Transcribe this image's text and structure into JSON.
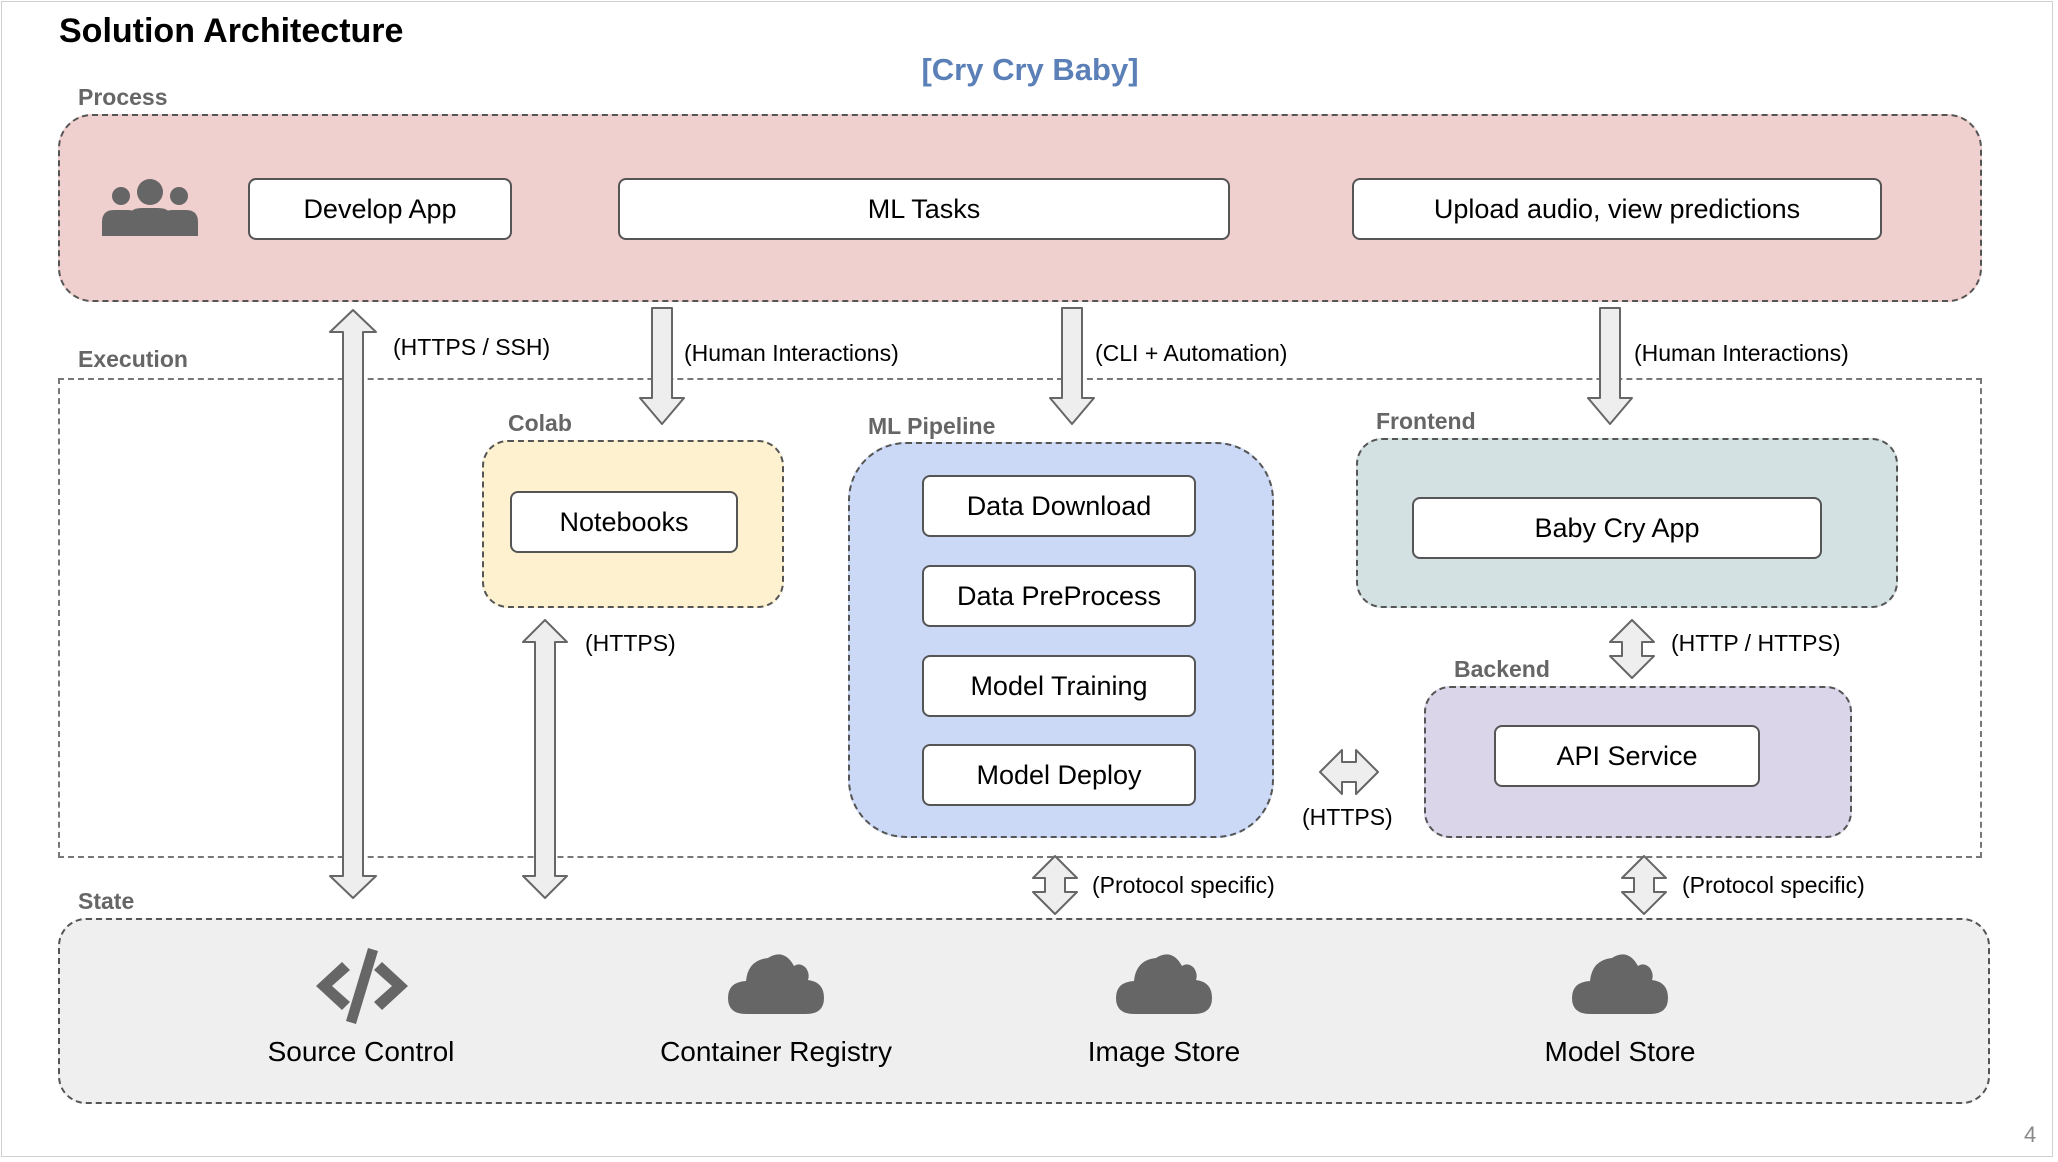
{
  "title": "Solution Architecture",
  "subtitle": "[Cry Cry Baby]",
  "sections": {
    "process": "Process",
    "execution": "Execution",
    "state": "State"
  },
  "process": {
    "users_icon": "users-group-icon",
    "tasks": [
      "Develop App",
      "ML Tasks",
      "Upload audio, view predictions"
    ]
  },
  "groups": {
    "colab": {
      "label": "Colab",
      "items": [
        "Notebooks"
      ]
    },
    "ml_pipeline": {
      "label": "ML Pipeline",
      "items": [
        "Data Download",
        "Data PreProcess",
        "Model Training",
        "Model Deploy"
      ]
    },
    "frontend": {
      "label": "Frontend",
      "items": [
        "Baby Cry App"
      ]
    },
    "backend": {
      "label": "Backend",
      "items": [
        "API Service"
      ]
    }
  },
  "connections": {
    "https_ssh": "(HTTPS / SSH)",
    "human_1": "(Human Interactions)",
    "cli": "(CLI + Automation)",
    "human_2": "(Human Interactions)",
    "https_colab": "(HTTPS)",
    "http_https": "(HTTP / HTTPS)",
    "https_backend": "(HTTPS)",
    "protocol_1": "(Protocol specific)",
    "protocol_2": "(Protocol specific)"
  },
  "state": {
    "items": [
      {
        "label": "Source Control",
        "icon": "code-icon"
      },
      {
        "label": "Container Registry",
        "icon": "cloud-icon"
      },
      {
        "label": "Image Store",
        "icon": "cloud-icon"
      },
      {
        "label": "Model Store",
        "icon": "cloud-icon"
      }
    ]
  },
  "colors": {
    "process_bg": "#f0cfcf",
    "colab_bg": "#fdf1cf",
    "pipeline_bg": "#cbd9f7",
    "frontend_bg": "#d3e1e3",
    "backend_bg": "#dbd5ea",
    "state_bg": "#efefef",
    "subtitle": "#5b80b8",
    "icon": "#666666"
  },
  "page_number": "4"
}
